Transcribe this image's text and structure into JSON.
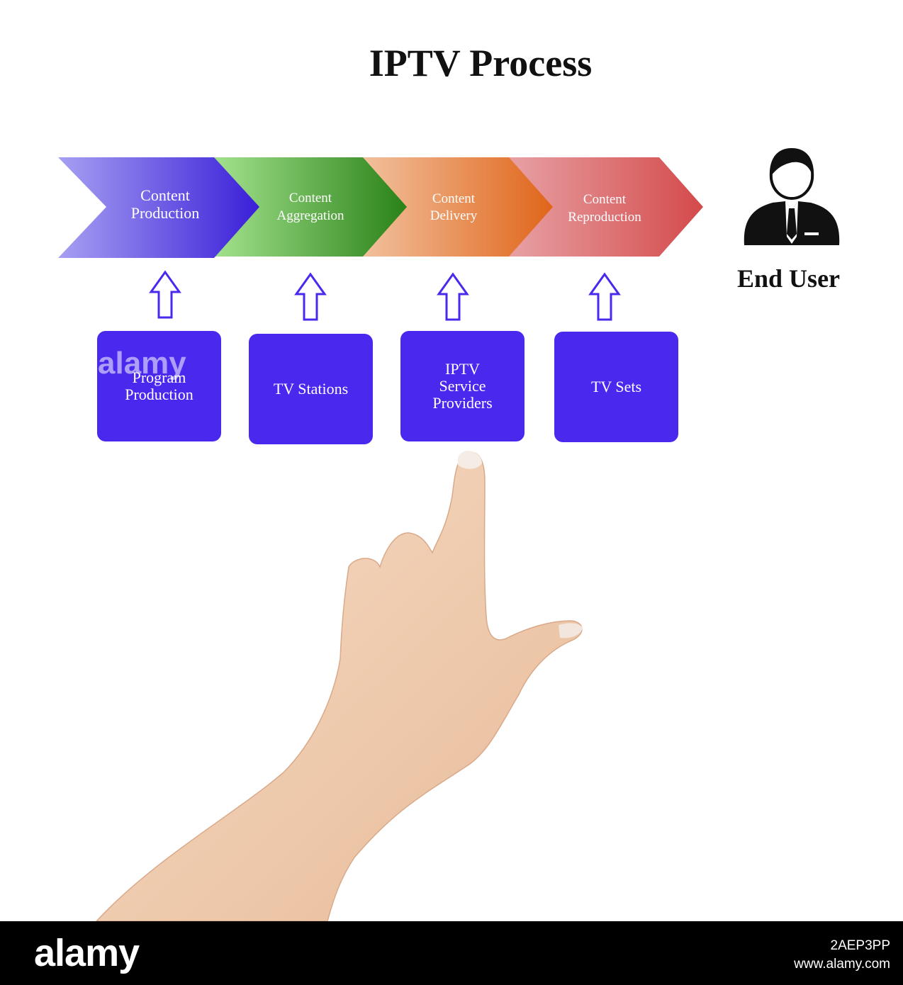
{
  "title": "IPTV Process",
  "stages": [
    {
      "line1": "Content",
      "line2": "Production",
      "color_start": "#a6a0f2",
      "color_end": "#3a1fd8"
    },
    {
      "line1": "Content",
      "line2": "Aggregation",
      "color_start": "#a8e592",
      "color_end": "#2a8218"
    },
    {
      "line1": "Content",
      "line2": "Delivery",
      "color_start": "#f2c4a2",
      "color_end": "#e0651a"
    },
    {
      "line1": "Content",
      "line2": "Reproduction",
      "color_start": "#e8a4a8",
      "color_end": "#d44a4a"
    }
  ],
  "boxes": [
    {
      "label": "Program\nProduction"
    },
    {
      "label": "TV Stations"
    },
    {
      "label": "IPTV\nService\nProviders"
    },
    {
      "label": "TV Sets"
    }
  ],
  "end_user": {
    "label": "End User",
    "icon": "businessman-icon"
  },
  "arrow_color": "#4b28ee",
  "box_color": "#4b28ee",
  "footer": {
    "logo": "alamy",
    "image_id": "2AEP3PP",
    "site": "www.alamy.com"
  },
  "watermark": "alamy"
}
